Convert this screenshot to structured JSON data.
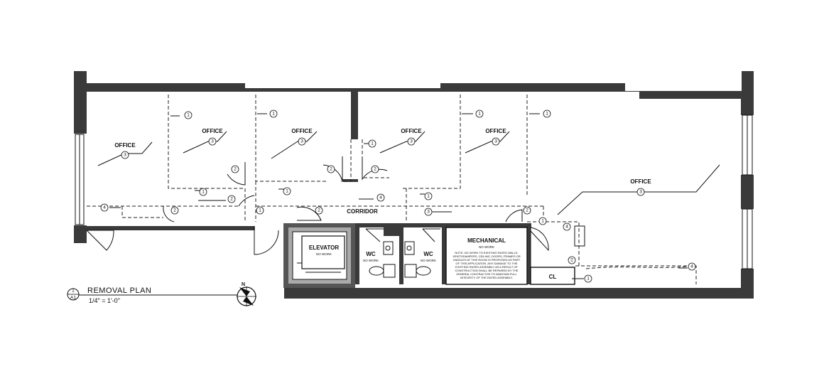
{
  "rooms": {
    "office_west": "OFFICE",
    "office_2": "OFFICE",
    "office_3": "OFFICE",
    "office_4": "OFFICE",
    "office_5": "OFFICE",
    "office_east": "OFFICE",
    "corridor": "CORRIDOR",
    "elevator": "ELEVATOR",
    "wc_1": "WC",
    "wc_2": "WC",
    "mechanical": "MECHANICAL",
    "closet": "CL"
  },
  "no_work": "NO WORK",
  "mechanical_note": [
    "NOTE: NO WORK TO EXISTING RATED WALLS,",
    "VENTS/DAMPERS, CEILING, DOORS, FRAMES OR",
    "SADDLES AT THIS ROOM IS PROPOSED AS PART",
    "OF THIS APPLICATION. ANY DAMAGE TO THE",
    "EXISTING RATED ASSEMBLY AS A RESULT OF",
    "CONSTRUCTION SHALL BE REPAIRED BY THE",
    "GENERAL CONTRACTOR TO MAINTAIN FULL",
    "INTEGRITY OF THE RATED ASSEMBLY."
  ],
  "keynotes": {
    "k1": "1",
    "k2": "2",
    "k3": "3",
    "k4": "4"
  },
  "drawing_title": {
    "number": "1",
    "sheet": "A1",
    "name": "REMOVAL PLAN",
    "scale": "1/4\" = 1'-0\""
  },
  "north_arrow_label": "N"
}
